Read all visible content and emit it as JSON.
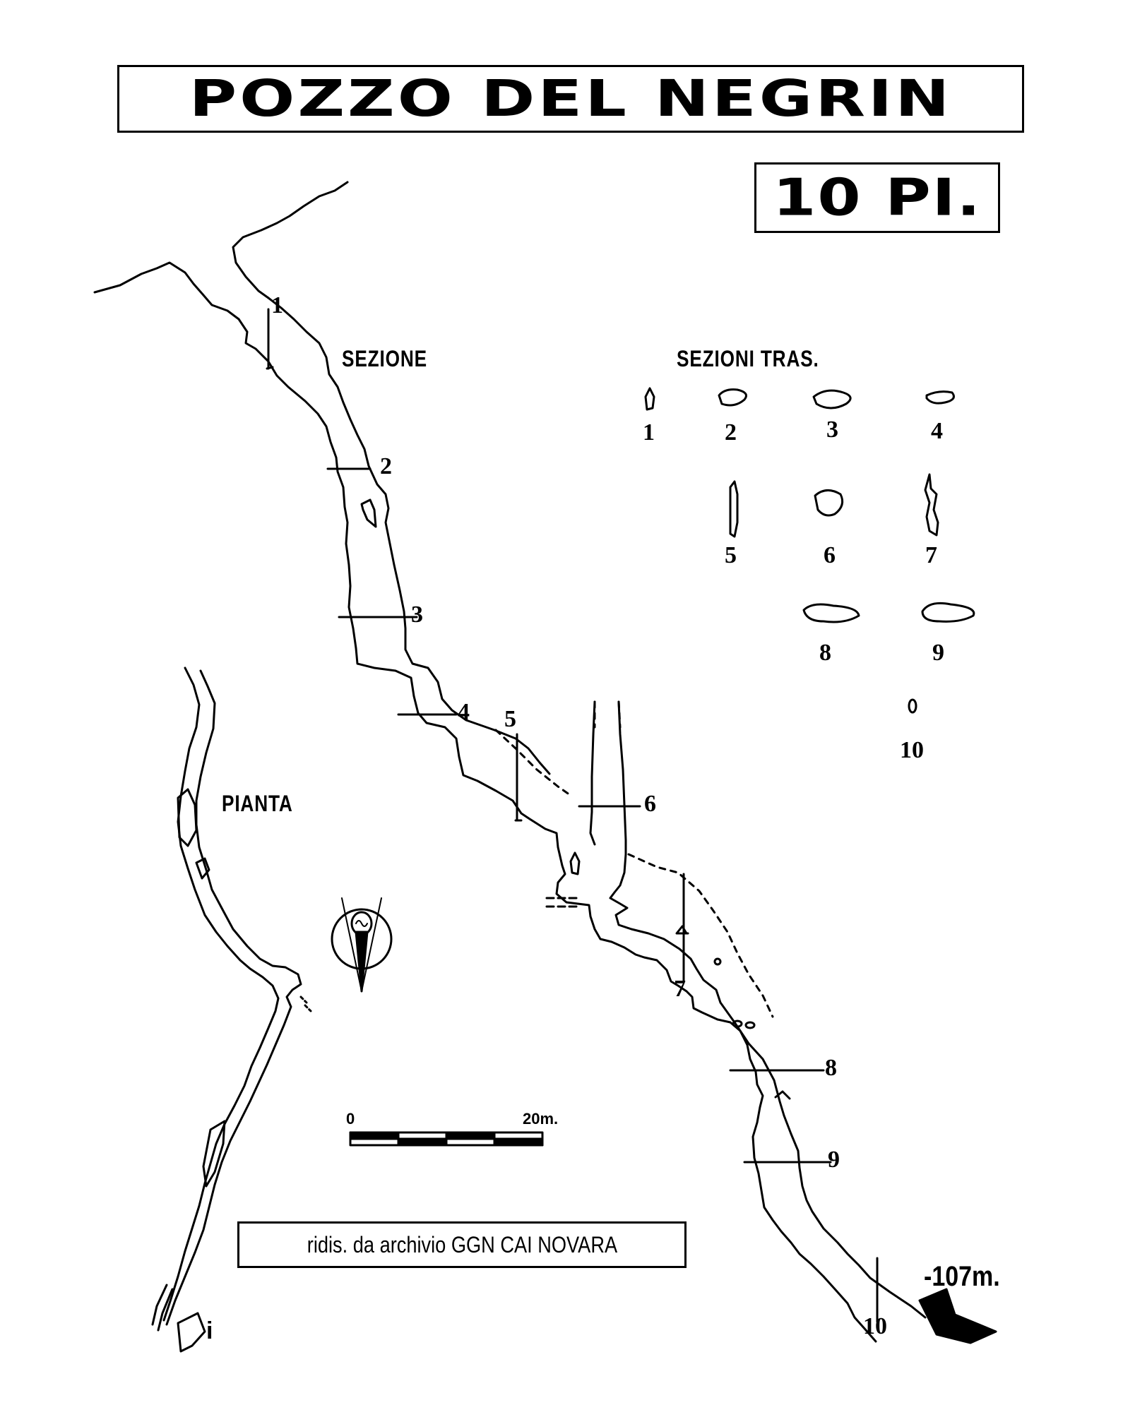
{
  "title": "POZZO DEL NEGRIN",
  "code": "10 PI.",
  "labels": {
    "section": "SEZIONE",
    "cross_sections": "SEZIONI  TRAS.",
    "plan": "PIANTA"
  },
  "section_markers": [
    "1",
    "2",
    "3",
    "4",
    "5",
    "6",
    "7",
    "8",
    "9",
    "10"
  ],
  "cross_section_numbers": [
    "1",
    "2",
    "3",
    "4",
    "5",
    "6",
    "7",
    "8",
    "9",
    "10"
  ],
  "scale": {
    "start": "0",
    "end": "20m."
  },
  "credit": "ridis. da archivio GGN CAI NOVARA",
  "depth": "-107m.",
  "entrance_marker": "i",
  "colors": {
    "ink": "#000000",
    "paper": "#ffffff"
  }
}
